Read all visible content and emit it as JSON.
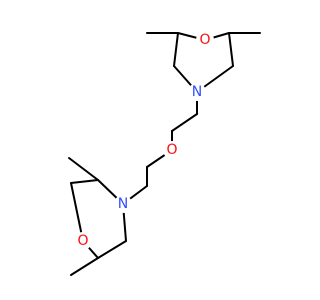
{
  "structure": {
    "colors": {
      "bond": "#000000",
      "oxygen": "#ff0d0d",
      "nitrogen": "#3050f8",
      "background": "#ffffff"
    },
    "atoms": {
      "o_ring_top": "O",
      "n_ring_top": "N",
      "o_linker": "O",
      "n_ring_bottom": "N",
      "o_ring_bottom": "O"
    }
  }
}
